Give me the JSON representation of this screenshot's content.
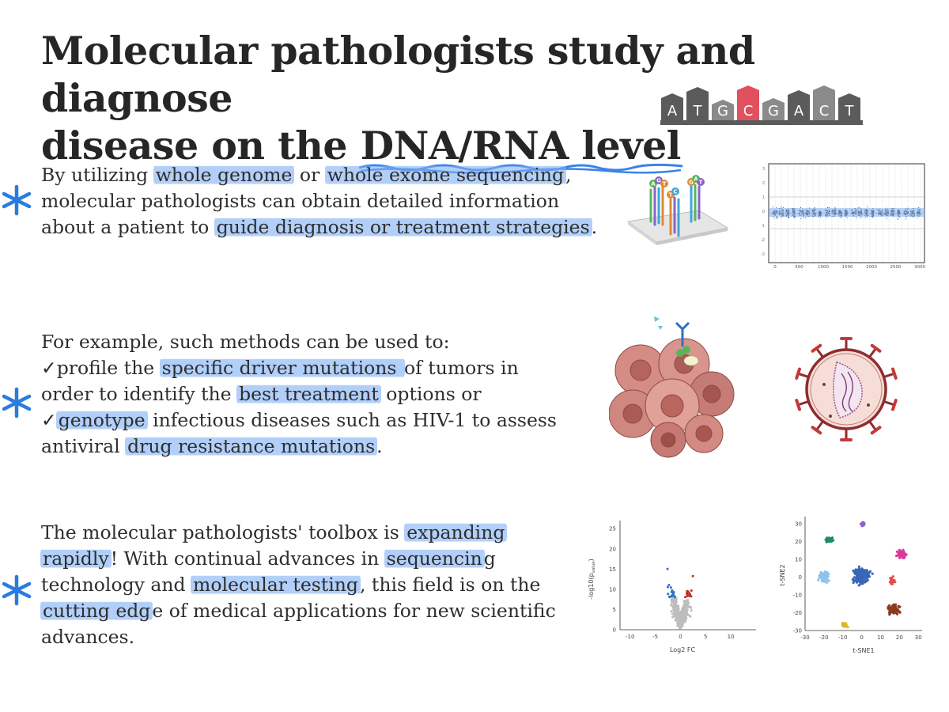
{
  "title": {
    "line1": "Molecular pathologists study and diagnose",
    "line2_prefix": "disease on the ",
    "line2_underlined": "DNA/RNA level"
  },
  "dna_strip": {
    "bases": [
      "A",
      "T",
      "G",
      "C",
      "G",
      "A",
      "C",
      "T"
    ]
  },
  "para1": {
    "t1": "By utilizing ",
    "h1": "whole genome",
    "t2": " or ",
    "h2": "whole exome sequencing",
    "t3": ",",
    "line2": "molecular pathologists can obtain detailed information",
    "t4": "about a patient to ",
    "h3": "guide diagnosis or treatment strategies",
    "t5": "."
  },
  "para2": {
    "line1": "For example, such methods can be used to:",
    "t1": "✓profile the ",
    "h1": "specific driver mutations ",
    "t2": "of tumors in",
    "t3": "order to identify the ",
    "h2": "best treatment",
    "t4": " options or",
    "t5": "✓",
    "h3": "genotype",
    "t6": " infectious diseases such as HIV-1 to assess",
    "t7": "antiviral ",
    "h4": "drug resistance mutations",
    "t8": "."
  },
  "para3": {
    "t1": "The molecular pathologists' toolbox is ",
    "h1": "expanding",
    "h2": "rapidly",
    "t2": "! With continual advances in ",
    "h3": "sequencin",
    "t3": "g",
    "t4": "technology and ",
    "h4": "molecular testing",
    "t5": ", this field is on the",
    "h5": "cutting edg",
    "t6": "e of medical applications for new scientific",
    "line5": "advances."
  },
  "genome_plot": {
    "x_ticks": [
      "0",
      "500",
      "1000",
      "1500",
      "2000",
      "2500",
      "3000"
    ],
    "y_ticks": [
      "3",
      "2",
      "1",
      "0",
      "-1",
      "-2",
      "-3"
    ]
  },
  "volcano_plot": {
    "x_label": "Log2 FC",
    "y_label": "-log10(p",
    "y_label_sub": "value",
    "y_label_end": ")",
    "x_ticks": [
      "-10",
      "-5",
      "0",
      "5",
      "10"
    ],
    "y_ticks": [
      "25",
      "20",
      "15",
      "10",
      "5",
      "0"
    ]
  },
  "tsne_plot": {
    "x_label": "t-SNE1",
    "y_label": "t-SNE2",
    "x_ticks": [
      "-30",
      "-20",
      "-10",
      "0",
      "10",
      "20",
      "30"
    ],
    "y_ticks": [
      "30",
      "20",
      "10",
      "0",
      "-10",
      "-20",
      "-30"
    ]
  },
  "colors": {
    "highlight": "#7dafF5",
    "star": "#2a7be0",
    "dna_dark": "#5b5b5b",
    "dna_red": "#e0505e",
    "volcano_blue": "#2f6fc0",
    "volcano_red": "#c0302c"
  }
}
